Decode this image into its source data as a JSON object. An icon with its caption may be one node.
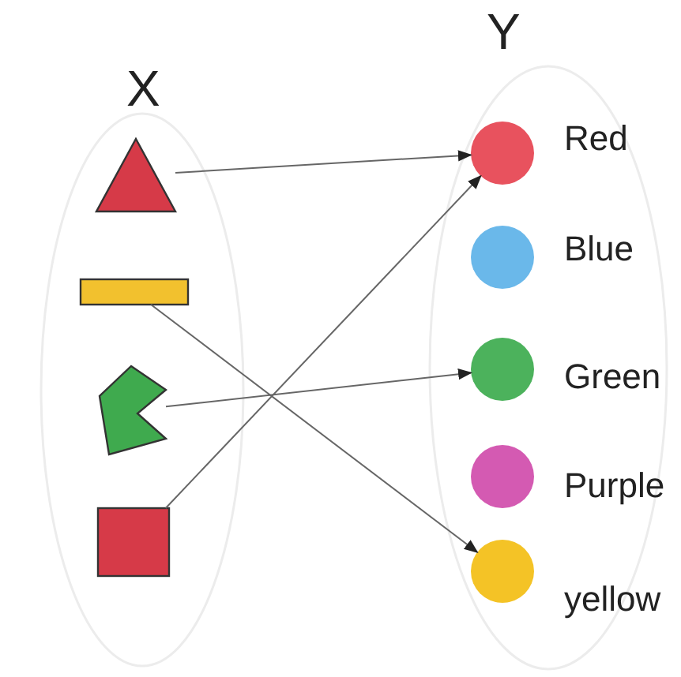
{
  "diagram": {
    "nodes": [
      {
        "text": [
          "X"
        ]
      },
      {
        "text": [],
        "shape": "triangle",
        "in": 0
      },
      {
        "text": [],
        "shape": "bar",
        "in": 0
      },
      {
        "text": [],
        "shape": "polygon",
        "in": 0
      },
      {
        "text": [],
        "shape": "box",
        "in": 0
      },
      {
        "text": [
          "Y"
        ]
      },
      {
        "text": [],
        "shape": "circle",
        "in": 5,
        "beside": [
          "Red"
        ]
      },
      {
        "text": [],
        "shape": "circle",
        "in": 5,
        "beside": [
          "Blue"
        ]
      },
      {
        "text": [],
        "shape": "circle",
        "in": 5,
        "beside": [
          "Green"
        ]
      },
      {
        "text": [],
        "shape": "circle",
        "in": 5,
        "beside": [
          "Purple"
        ]
      },
      {
        "text": [],
        "shape": "circle",
        "in": 5,
        "beside": [
          "yellow"
        ]
      }
    ],
    "edges": [
      {
        "from": 1,
        "to": 6,
        "arrow": "to"
      },
      {
        "from": 2,
        "to": 10,
        "arrow": "to"
      },
      {
        "from": 3,
        "to": 8,
        "arrow": "to"
      },
      {
        "from": 4,
        "to": 6,
        "arrow": "to"
      }
    ]
  }
}
